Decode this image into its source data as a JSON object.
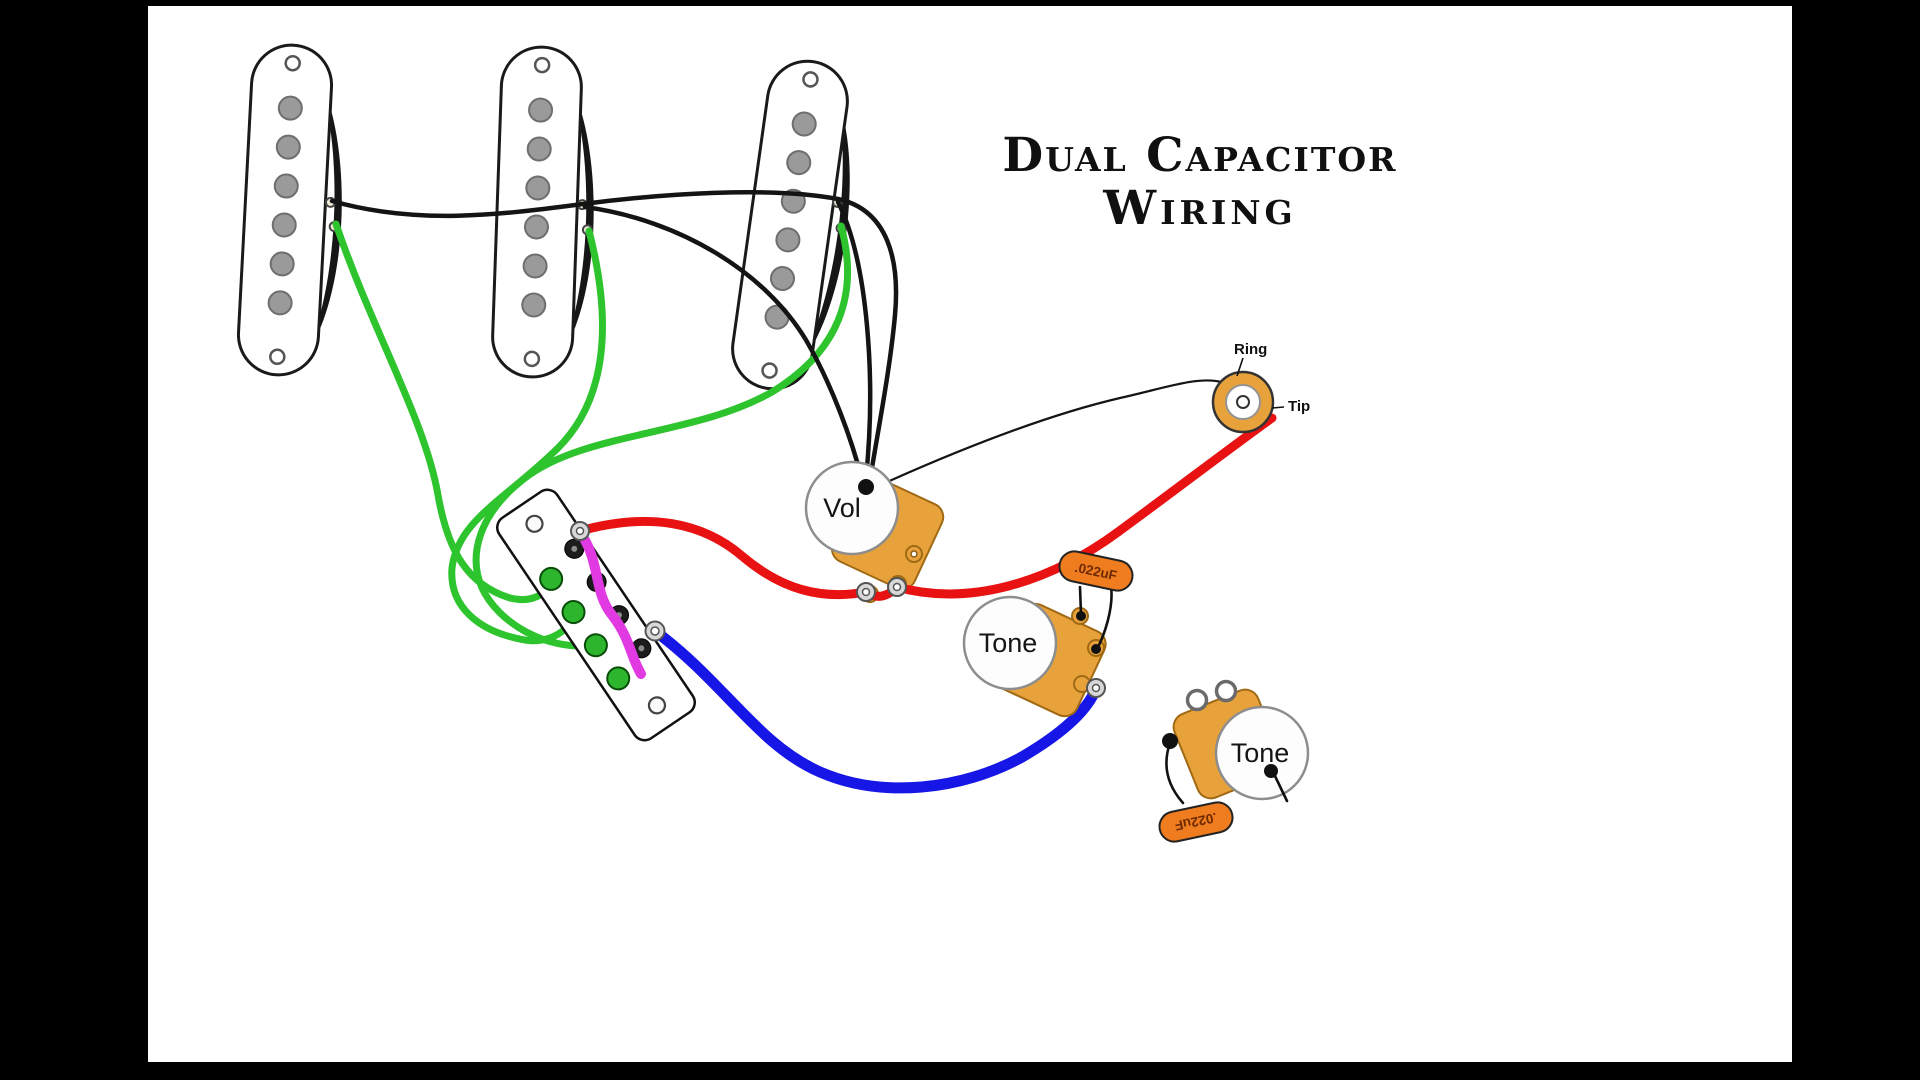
{
  "title": {
    "line1": "Dual Capacitor",
    "line2": "Wiring"
  },
  "components": {
    "volume_pot": {
      "label": "Vol"
    },
    "tone_pot_1": {
      "label": "Tone"
    },
    "tone_pot_2": {
      "label": "Tone"
    },
    "capacitor_1": {
      "label": ".022uF"
    },
    "capacitor_2": {
      "label": ".022uF"
    },
    "output_jack": {
      "ring_label": "Ring",
      "tip_label": "Tip"
    },
    "pickups": {
      "count": 3,
      "poles_per_pickup": 6
    },
    "selector_switch": {
      "green_lugs": 4,
      "dark_lugs": 4
    }
  },
  "wire_colors": {
    "pickup_hot_black": "#141414",
    "pickup_ground_green": "#2dc42d",
    "signal_red": "#e81212",
    "tone_blue": "#1616e6",
    "switch_jumper_magenta": "#e23ae2",
    "jack_lead_black": "#141414"
  },
  "palette": {
    "background": "#ffffff",
    "frame": "#000000",
    "pot_body_orange": "#e8a23c",
    "capacitor_orange": "#ef7c1e",
    "lug_green": "#2db52d",
    "pole_gray": "#9a9a9a"
  }
}
